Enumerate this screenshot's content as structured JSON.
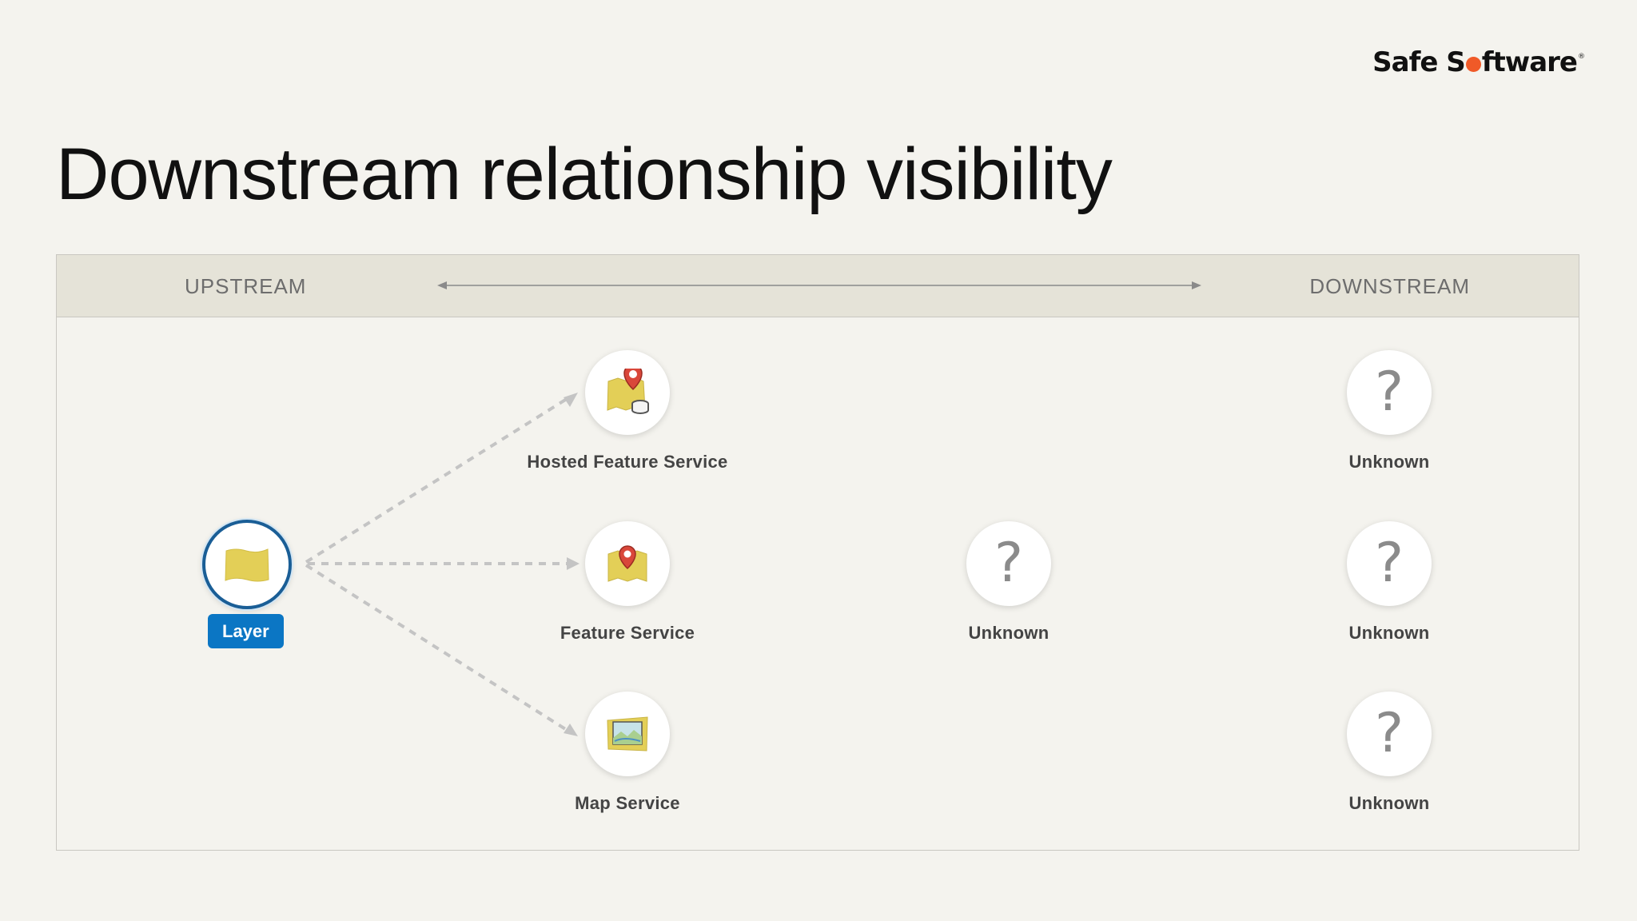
{
  "brand": {
    "pre": "Safe S",
    "post": "ftware",
    "reg": "®",
    "accent": "#f05a28"
  },
  "title": "Downstream relationship visibility",
  "header": {
    "upstream": "UPSTREAM",
    "downstream": "DOWNSTREAM"
  },
  "nodes": {
    "layer": {
      "label": "Layer",
      "icon": "layer-icon"
    },
    "hosted": {
      "label": "Hosted Feature Service",
      "icon": "hosted-feature-service-icon"
    },
    "feature": {
      "label": "Feature Service",
      "icon": "feature-service-icon"
    },
    "map": {
      "label": "Map Service",
      "icon": "map-service-icon"
    },
    "unknown_mid": {
      "label": "Unknown",
      "glyph": "?"
    },
    "unknown_top": {
      "label": "Unknown",
      "glyph": "?"
    },
    "unknown_middle": {
      "label": "Unknown",
      "glyph": "?"
    },
    "unknown_bottom": {
      "label": "Unknown",
      "glyph": "?"
    }
  }
}
